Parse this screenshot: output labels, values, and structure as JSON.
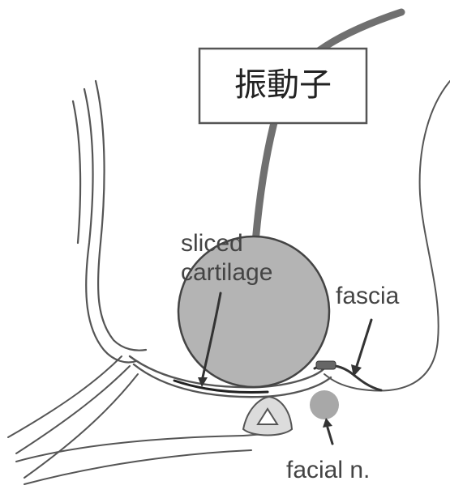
{
  "labels": {
    "vibrator": "振動子",
    "sliced_cartilage_line1": "sliced",
    "sliced_cartilage_line2": "cartilage",
    "fascia": "fascia",
    "facial_nerve": "facial n."
  },
  "colors": {
    "background": "#ffffff",
    "outline": "#555555",
    "cartilage_disc": "#b4b4b4",
    "transducer_rod": "#707070",
    "facial_nerve": "#a8a8a8",
    "label_text": "#444444"
  }
}
